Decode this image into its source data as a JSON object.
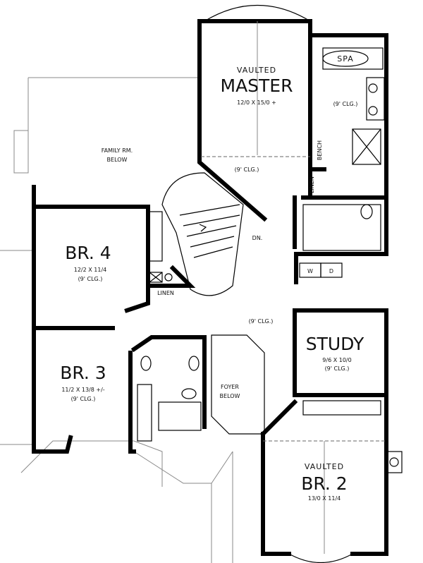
{
  "plan": {
    "master": {
      "note": "VAULTED",
      "name": "MASTER",
      "dims": "12/0 X 15/0 +",
      "ceiling": "(9' CLG.)"
    },
    "master_bath": {
      "spa": "SPA",
      "ceiling": "(9' CLG.)",
      "bench": "BENCH",
      "linen": "LINEN"
    },
    "family": {
      "line1": "FAMILY RM.",
      "line2": "BELOW"
    },
    "br4": {
      "name": "BR. 4",
      "dims": "12/2 X 11/4",
      "ceiling": "(9' CLG.)",
      "linen": "LINEN"
    },
    "br3": {
      "name": "BR. 3",
      "dims": "11/2 X 13/8 +/-",
      "ceiling": "(9' CLG.)"
    },
    "stair": {
      "down": "DN."
    },
    "hall": {
      "ceiling": "(9' CLG.)"
    },
    "foyer": {
      "line1": "FOYER",
      "line2": "BELOW"
    },
    "laundry": {
      "washer": "W",
      "dryer": "D"
    },
    "study": {
      "name": "STUDY",
      "dims": "9/6 X 10/0",
      "ceiling": "(9' CLG.)"
    },
    "br2": {
      "note": "VAULTED",
      "name": "BR. 2",
      "dims": "13/0 X 11/4"
    }
  }
}
